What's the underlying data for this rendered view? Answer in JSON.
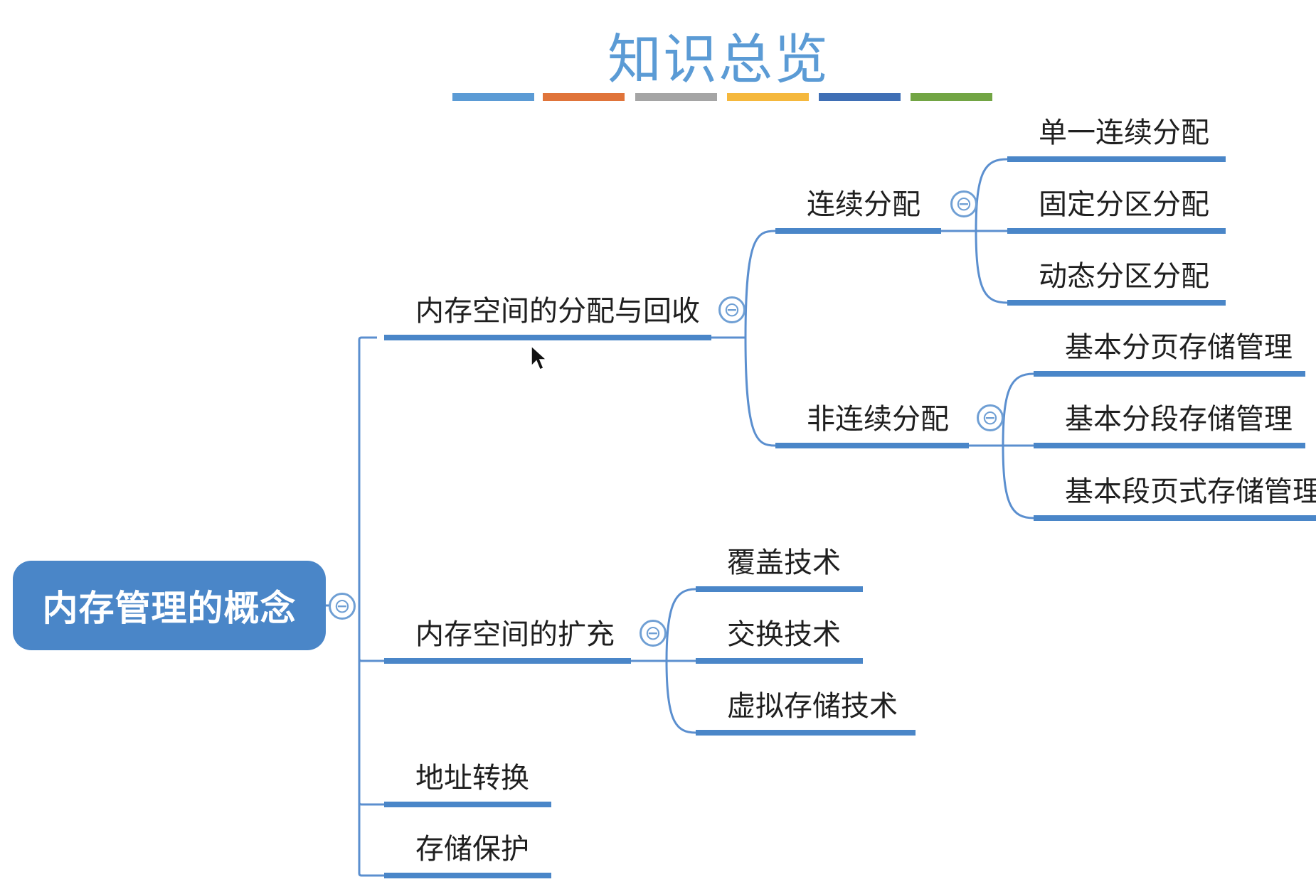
{
  "title": "知识总览",
  "title_bar_colors": [
    "#5b9bd5",
    "#e0743a",
    "#a5a5a5",
    "#f5b83d",
    "#3f6fb5",
    "#72a544"
  ],
  "root": {
    "label": "内存管理的概念"
  },
  "collapse_symbol": "⊖",
  "branches": {
    "alloc": {
      "label": "内存空间的分配与回收",
      "contiguous": {
        "label": "连续分配",
        "children": [
          "单一连续分配",
          "固定分区分配",
          "动态分区分配"
        ]
      },
      "noncontiguous": {
        "label": "非连续分配",
        "children": [
          "基本分页存储管理",
          "基本分段存储管理",
          "基本段页式存储管理"
        ]
      }
    },
    "expand": {
      "label": "内存空间的扩充",
      "children": [
        "覆盖技术",
        "交换技术",
        "虚拟存储技术"
      ]
    },
    "address": {
      "label": "地址转换"
    },
    "protect": {
      "label": "存储保护"
    }
  },
  "colors": {
    "line": "#5b8fcf",
    "underline": "#4a86c8",
    "root_fill": "#4a86c8"
  }
}
